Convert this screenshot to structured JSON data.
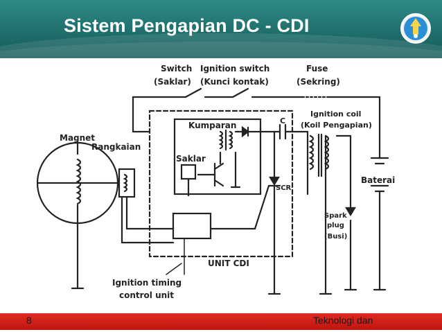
{
  "slide": {
    "title": "Sistem Pengapian DC - CDI",
    "page_number": "8",
    "footer_text": "Teknologi dan"
  },
  "diagram": {
    "labels": {
      "switch": "Switch",
      "saklar_paren": "(Saklar)",
      "ignition_switch": "Ignition switch",
      "kunci_kontak": "(Kunci kontak)",
      "fuse": "Fuse",
      "sekring": "(Sekring)",
      "magnet": "Magnet",
      "rangkaian": "Rangkaian",
      "kumparan": "Kumparan",
      "c": "C",
      "ignition_coil": "Ignition coil",
      "koil_pengapian": "(Koil Pengapian)",
      "saklar": "Saklar",
      "scr": "SCR",
      "baterai": "Baterai",
      "spark": "Spark",
      "plug": "plug",
      "busi": "(Busi)",
      "unit_cdi": "UNIT CDI",
      "ignition_timing": "Ignition timing",
      "control_unit": "control unit"
    }
  },
  "colors": {
    "header": "#1f6f6c",
    "footer": "#d21c15",
    "ink": "#222222"
  }
}
